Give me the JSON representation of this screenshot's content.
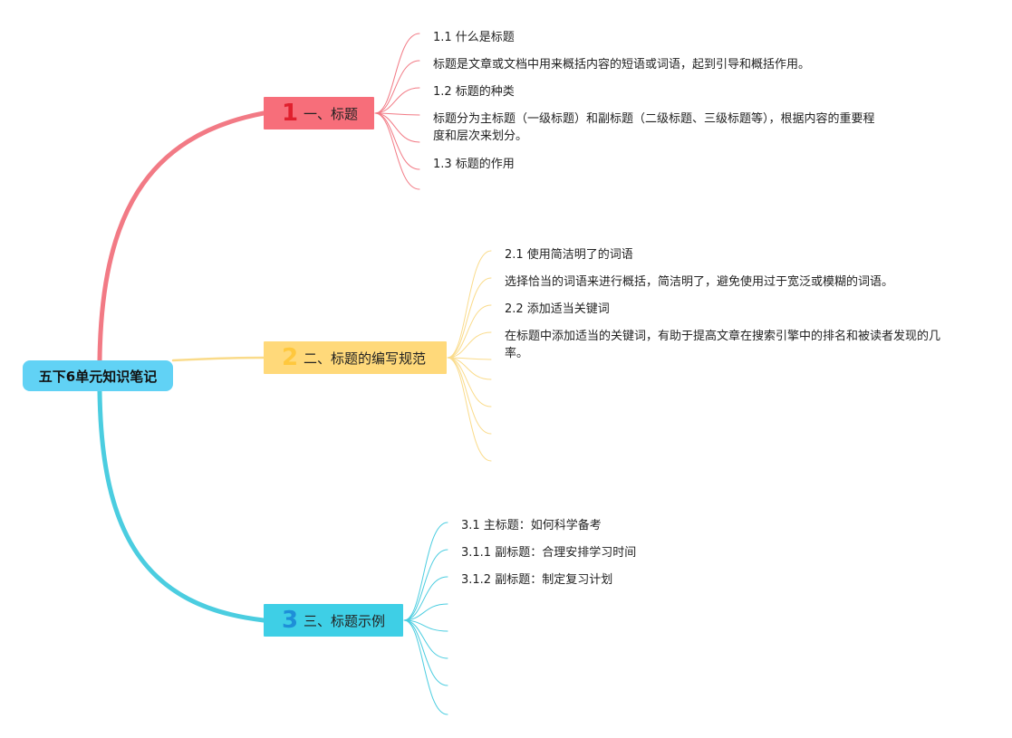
{
  "root": {
    "label": "五下6单元知识笔记",
    "color": "#61D2F5"
  },
  "branches": [
    {
      "number": "1",
      "label": "一、标题",
      "node_color": "#F76E7A",
      "number_color": "#E0202E",
      "line_color": "#F27A85",
      "children": [
        {
          "text": "1.1 什么是标题"
        },
        {
          "text": "标题是文章或文档中用来概括内容的短语或词语，起到引导和概括作用。"
        },
        {
          "text": "1.2 标题的种类"
        },
        {
          "text": "标题分为主标题（一级标题）和副标题（二级标题、三级标题等），根据内容的重要程度和层次来划分。"
        },
        {
          "text": "1.3 标题的作用"
        }
      ]
    },
    {
      "number": "2",
      "label": "二、标题的编写规范",
      "node_color": "#FFD97A",
      "number_color": "#FFC83D",
      "line_color": "#FADB8A",
      "children": [
        {
          "text": "2.1 使用简洁明了的词语"
        },
        {
          "text": "选择恰当的词语来进行概括，简洁明了，避免使用过于宽泛或模糊的词语。"
        },
        {
          "text": "2.2 添加适当关键词"
        },
        {
          "text": "在标题中添加适当的关键词，有助于提高文章在搜索引擎中的排名和被读者发现的几率。"
        }
      ]
    },
    {
      "number": "3",
      "label": "三、标题示例",
      "node_color": "#3ECFE6",
      "number_color": "#1E8FD8",
      "line_color": "#4BCDE0",
      "children": [
        {
          "text": "3.1 主标题：如何科学备考"
        },
        {
          "text": "3.1.1 副标题：合理安排学习时间"
        },
        {
          "text": "3.1.2 副标题：制定复习计划"
        }
      ]
    }
  ]
}
